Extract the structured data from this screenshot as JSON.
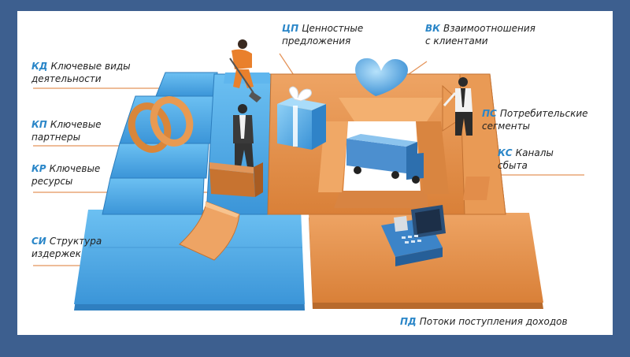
{
  "colors": {
    "frame": "#3d5f8f",
    "blue_tile": "#4aa8e6",
    "orange_tile": "#e3914a",
    "code_text": "#2a86c8",
    "guide_line": "#e4945a"
  },
  "labels": {
    "kd": {
      "code": "КД",
      "line1": "Ключевые виды",
      "line2": "деятельности"
    },
    "kp": {
      "code": "КП",
      "line1": "Ключевые",
      "line2": "партнеры"
    },
    "kr": {
      "code": "КР",
      "line1": "Ключевые",
      "line2": "ресурсы"
    },
    "si": {
      "code": "СИ",
      "line1": "Структура",
      "line2": "издержек"
    },
    "cp": {
      "code": "ЦП",
      "line1": "Ценностные",
      "line2": "предложения"
    },
    "vk": {
      "code": "ВК",
      "line1": "Взаимоотношения",
      "line2": "с клиентами"
    },
    "ps": {
      "code": "ПС",
      "line1": "Потребительские",
      "line2": "сегменты"
    },
    "ks": {
      "code": "КС",
      "line1": "Каналы",
      "line2": "сбыта"
    },
    "pd": {
      "code": "ПД",
      "line1": "Потоки поступления доходов"
    }
  },
  "icons": [
    "worker-with-shovel-icon",
    "linked-rings-icon",
    "businessman-icon",
    "cardboard-box-icon",
    "gift-box-icon",
    "heart-icon",
    "truck-icon",
    "cash-register-icon",
    "standing-customer-icon",
    "curved-sheet-icon"
  ]
}
